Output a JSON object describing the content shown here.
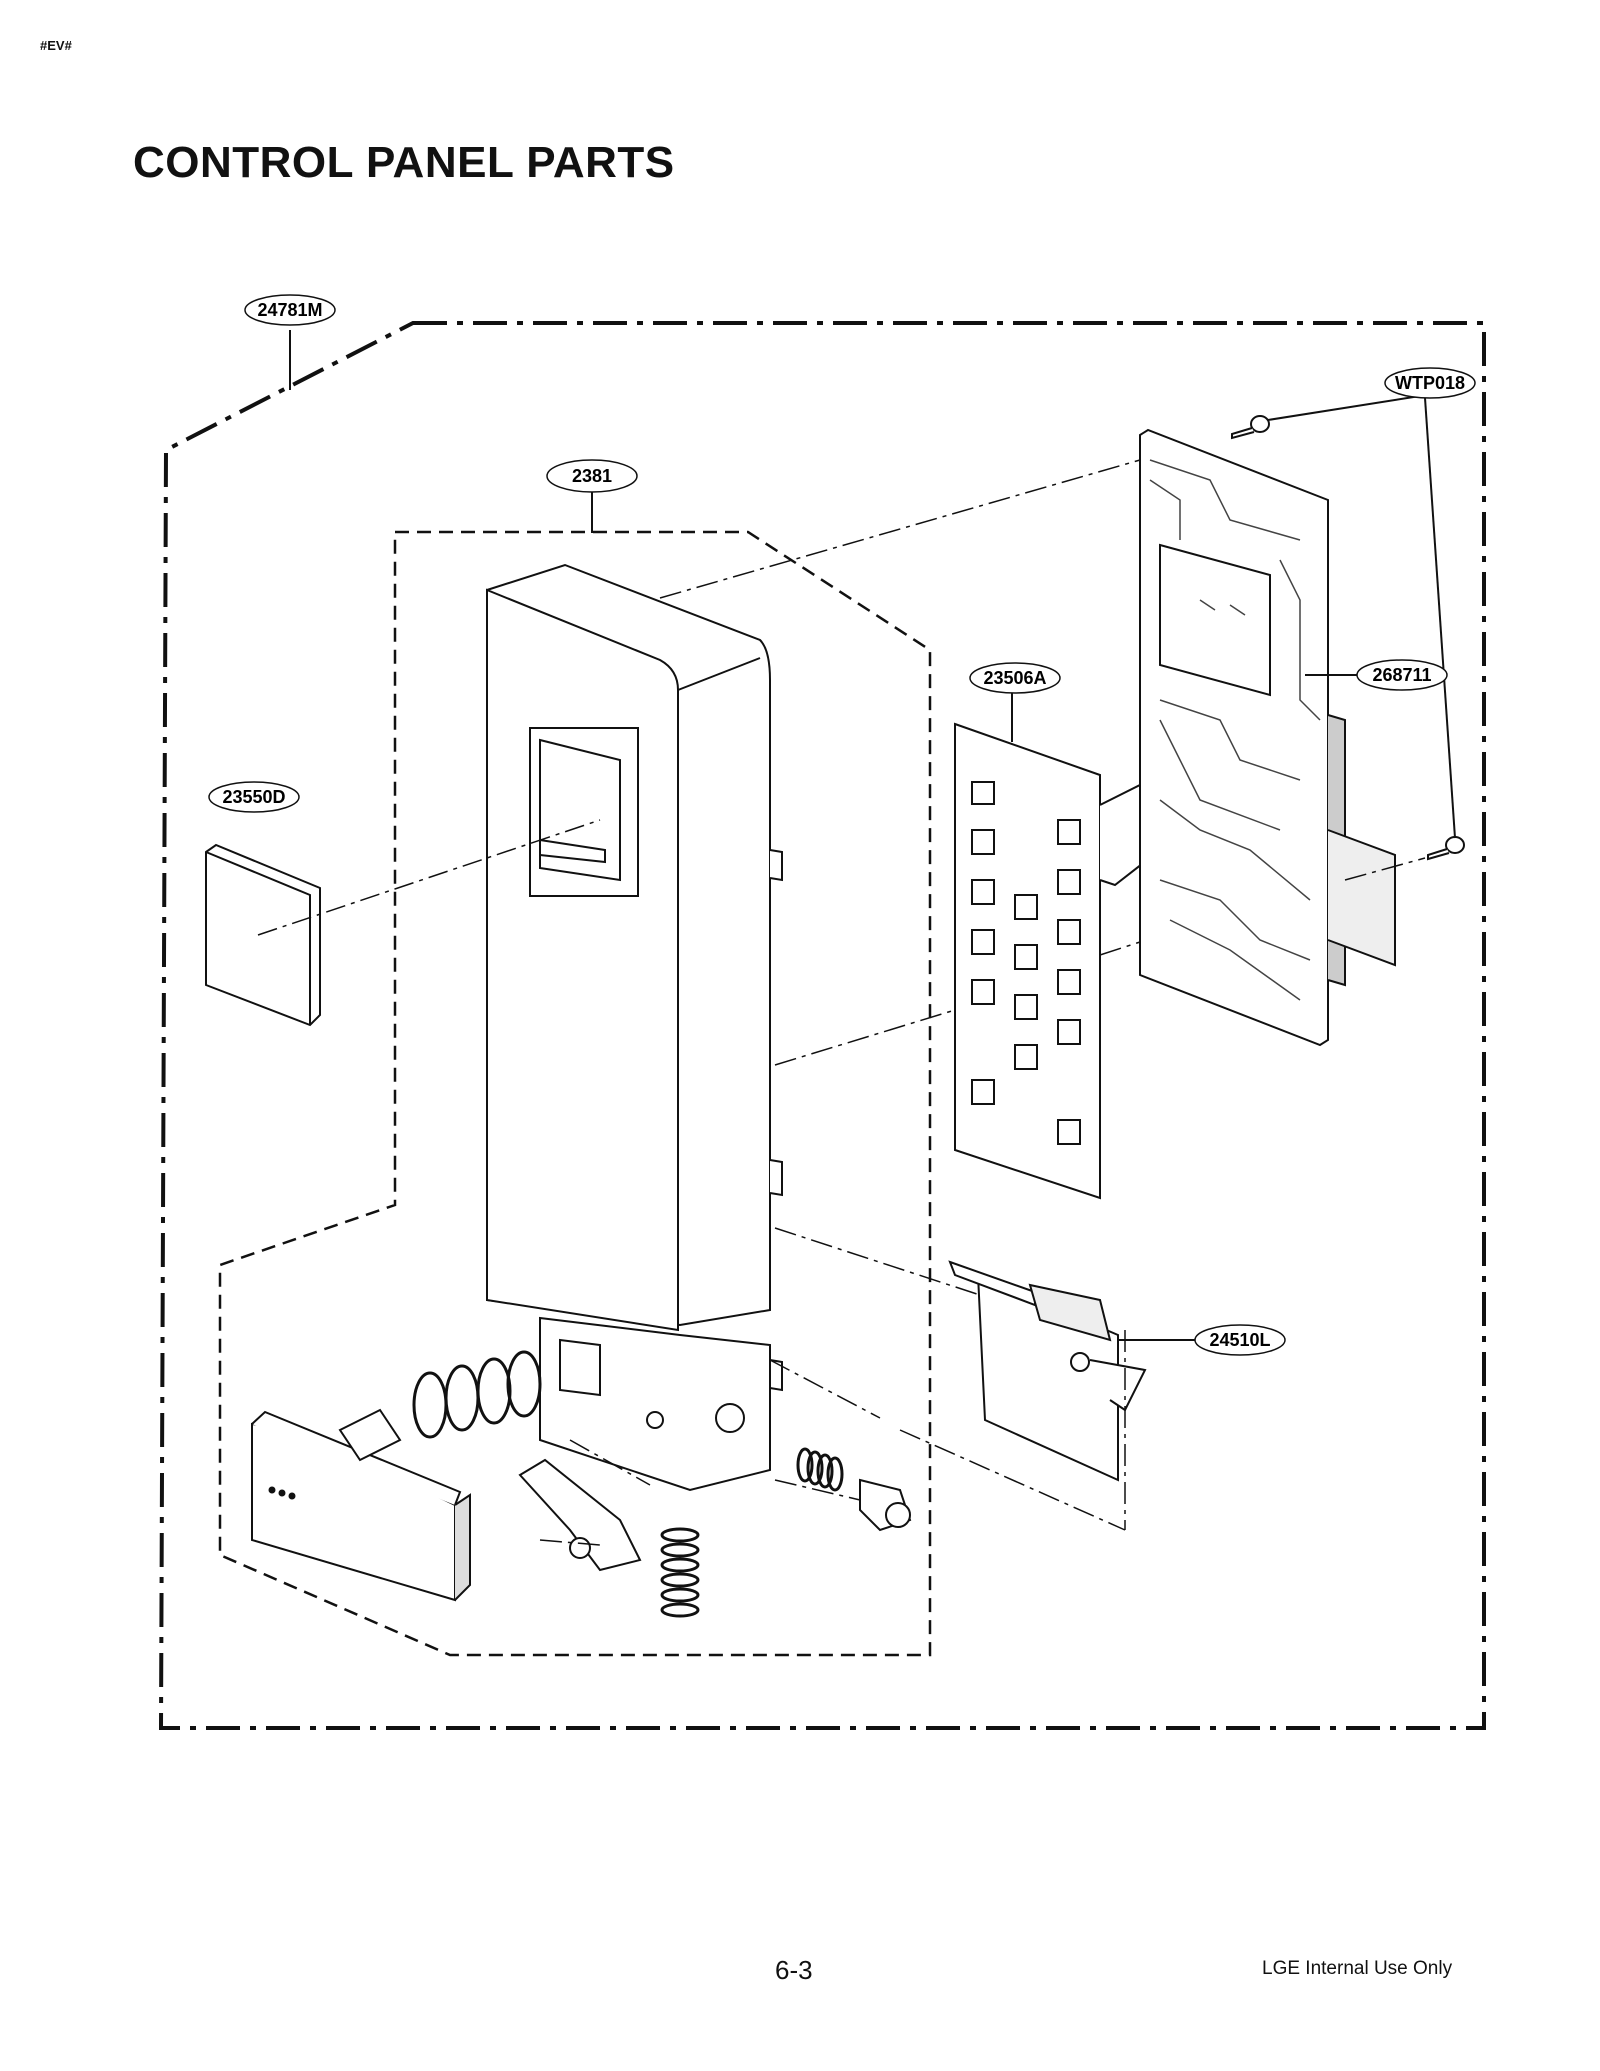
{
  "header": {
    "tag": "#EV#",
    "title": "CONTROL PANEL PARTS"
  },
  "callouts": {
    "assembly": "24781M",
    "frame": "2381",
    "screw": "WTP018",
    "key_sheet": "23506A",
    "pcb": "268711",
    "window": "23550D",
    "lever": "24510L"
  },
  "footer": {
    "page_number": "6-3",
    "note": "LGE Internal Use Only"
  }
}
